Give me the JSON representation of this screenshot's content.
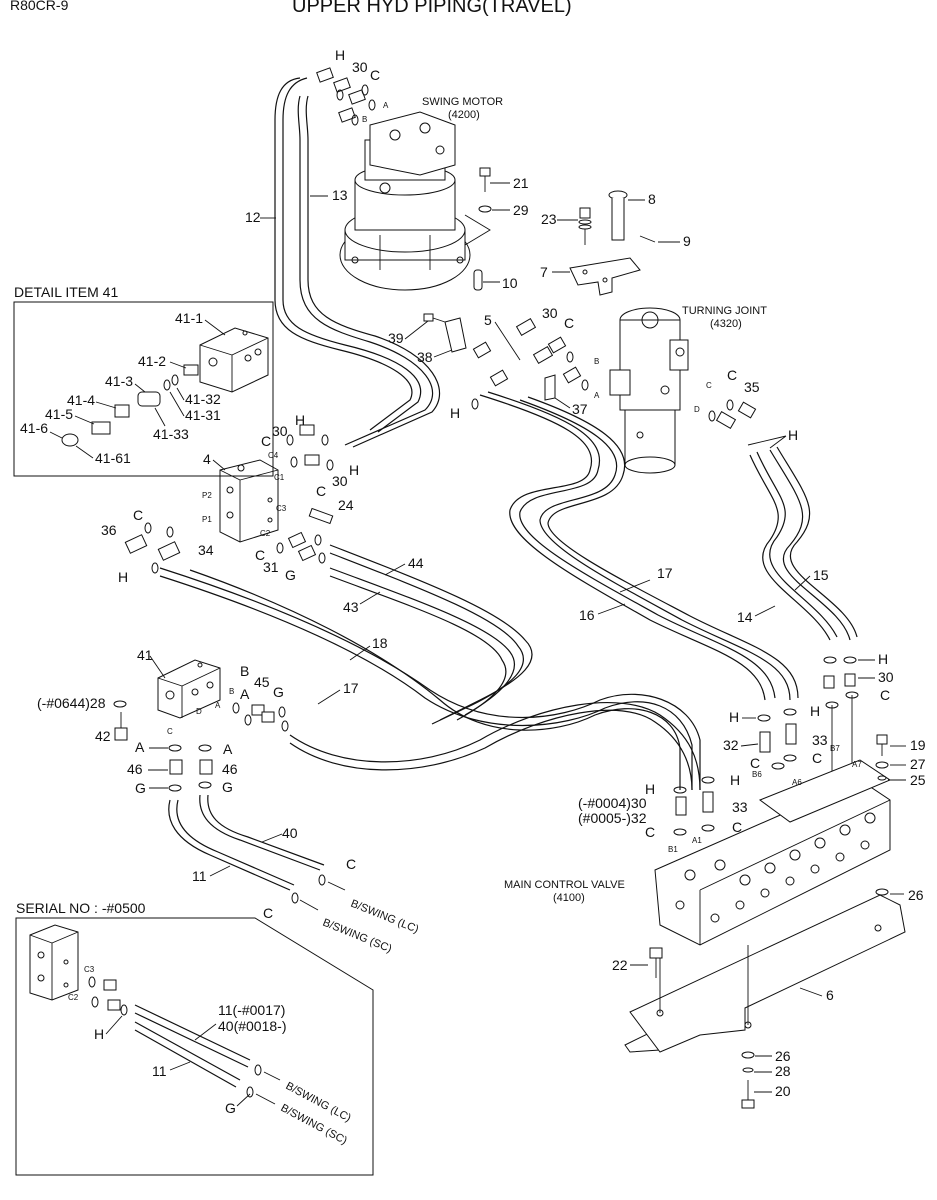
{
  "header": {
    "model": "R80CR-9",
    "title": "UPPER HYD PIPING(TRAVEL)"
  },
  "components": {
    "swing_motor": {
      "name": "SWING MOTOR",
      "code": "(4200)"
    },
    "turning_joint": {
      "name": "TURNING JOINT",
      "code": "(4320)"
    },
    "main_control_valve": {
      "name": "MAIN CONTROL VALVE",
      "code": "(4100)"
    }
  },
  "detail_box": {
    "title": "DETAIL ITEM 41",
    "labels": [
      "41-1",
      "41-2",
      "41-3",
      "41-4",
      "41-5",
      "41-6",
      "41-61",
      "41-31",
      "41-32",
      "41-33"
    ]
  },
  "serial_box": {
    "title": "SERIAL NO : -#0500",
    "labels": [
      "11(-#0017)",
      "40(#0018-)",
      "11",
      "H",
      "G",
      "C2",
      "C3"
    ],
    "destinations": [
      "B/SWING (LC)",
      "B/SWING (SC)"
    ]
  },
  "destinations": [
    "B/SWING (LC)",
    "B/SWING (SC)"
  ],
  "callouts": {
    "n4": "4",
    "n5": "5",
    "n6": "6",
    "n7": "7",
    "n8": "8",
    "n9": "9",
    "n10": "10",
    "n11": "11",
    "n12": "12",
    "n13": "13",
    "n14": "14",
    "n15": "15",
    "n16": "16",
    "n17a": "17",
    "n17b": "17",
    "n18": "18",
    "n19": "19",
    "n20": "20",
    "n21": "21",
    "n22": "22",
    "n23": "23",
    "n24": "24",
    "n25": "25",
    "n26a": "26",
    "n26b": "26",
    "n27": "27",
    "n28a": "(-#0644)28",
    "n28b": "28",
    "n29": "29",
    "n30a": "30",
    "n30b": "30",
    "n30c": "30",
    "n30d": "30",
    "n30e": "30",
    "n30f": "(-#0004)30",
    "n31": "31",
    "n32a": "32",
    "n32b": "(#0005-)32",
    "n33a": "33",
    "n33b": "33",
    "n34": "34",
    "n35": "35",
    "n36": "36",
    "n37": "37",
    "n38": "38",
    "n39": "39",
    "n40": "40",
    "n41": "41",
    "n42": "42",
    "n43": "43",
    "n44": "44",
    "n45": "45",
    "n46a": "46",
    "n46b": "46"
  },
  "letters": {
    "H": "H",
    "C": "C",
    "G": "G",
    "A": "A",
    "B": "B",
    "D": "D"
  },
  "ports": {
    "p1": "P1",
    "p2": "P2",
    "c1": "C1",
    "c2": "C2",
    "c3": "C3",
    "c4": "C4",
    "a1": "A1",
    "b1": "B1",
    "a6": "A6",
    "b6": "B6",
    "a7": "A7",
    "b7": "B7"
  }
}
